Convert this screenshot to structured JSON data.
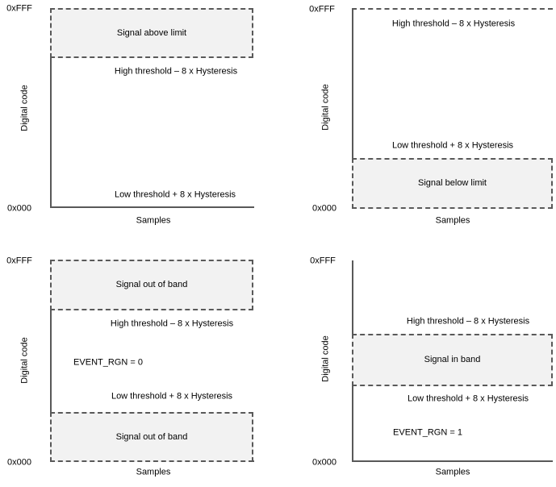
{
  "colors": {
    "region_fill": "#f2f2f2",
    "dash_border": "#595959",
    "axis_line": "#595959",
    "text": "#000000"
  },
  "charts": {
    "top_left": {
      "y_max": "0xFFF",
      "y_min": "0x000",
      "y_title": "Digital code",
      "x_title": "Samples",
      "region_top": "Signal above limit",
      "high_threshold": "High threshold – 8 x Hysteresis",
      "low_threshold": "Low threshold + 8 x Hysteresis"
    },
    "top_right": {
      "y_max": "0xFFF",
      "y_min": "0x000",
      "y_title": "Digital code",
      "x_title": "Samples",
      "high_threshold": "High threshold – 8 x Hysteresis",
      "low_threshold": "Low threshold + 8 x Hysteresis",
      "region_bottom": "Signal below limit"
    },
    "bottom_left": {
      "y_max": "0xFFF",
      "y_min": "0x000",
      "y_title": "Digital code",
      "x_title": "Samples",
      "region_top": "Signal out of band",
      "high_threshold": "High threshold – 8 x Hysteresis",
      "event_label": "EVENT_RGN = 0",
      "low_threshold": "Low threshold + 8 x Hysteresis",
      "region_bottom": "Signal out of band"
    },
    "bottom_right": {
      "y_max": "0xFFF",
      "y_min": "0x000",
      "y_title": "Digital code",
      "x_title": "Samples",
      "high_threshold": "High threshold – 8 x Hysteresis",
      "region_mid": "Signal in band",
      "low_threshold": "Low threshold + 8 x Hysteresis",
      "event_label": "EVENT_RGN = 1"
    }
  }
}
